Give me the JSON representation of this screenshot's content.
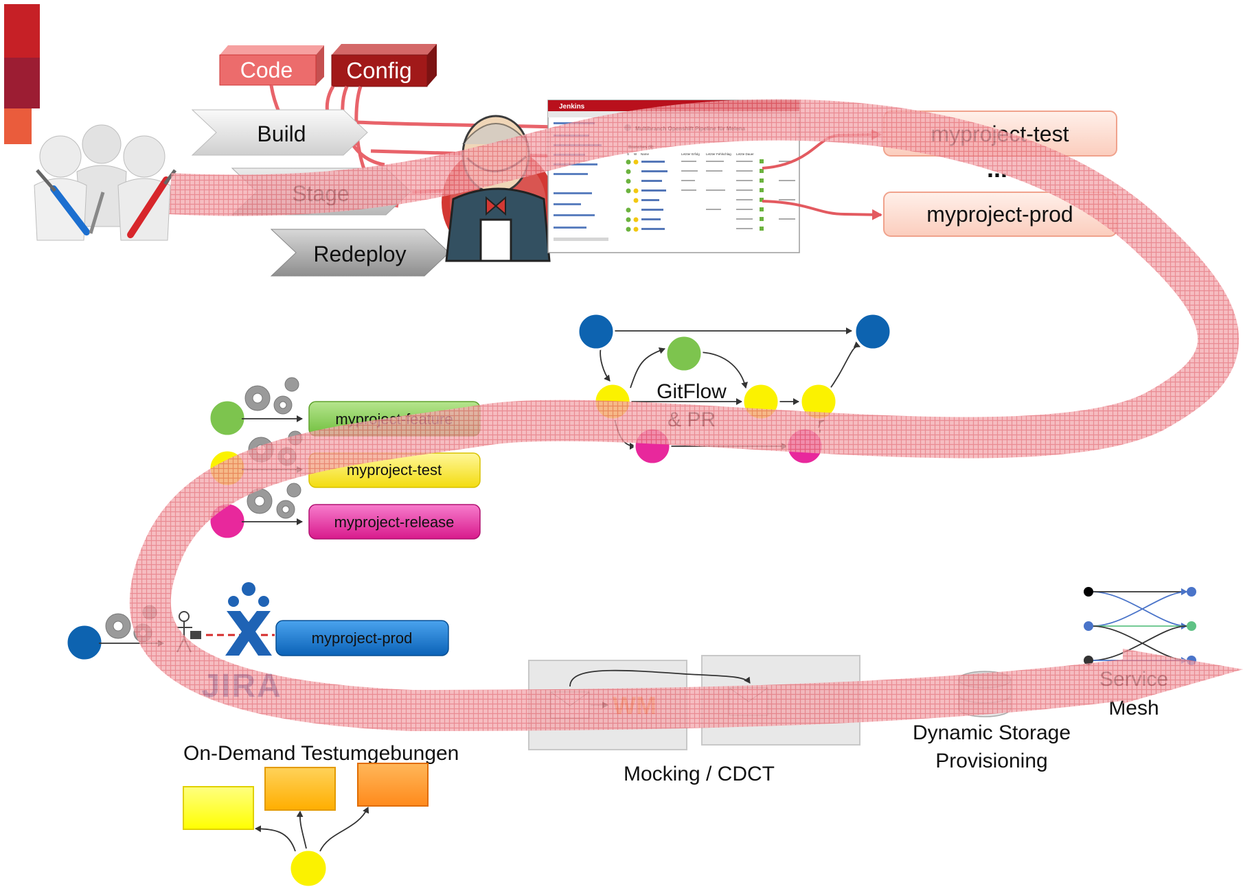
{
  "sources": {
    "code": "Code",
    "config": "Config"
  },
  "stages": {
    "build": "Build",
    "stage": "Stage",
    "redeploy": "Redeploy"
  },
  "jenkins": {
    "brand": "Jenkins",
    "page_title": "Multibranch Openshift Pipeline für Melena",
    "section": "Branches (9)",
    "columns": [
      "S",
      "W",
      "Name",
      "Letzter Erfolg",
      "Letzter Fehlschlag",
      "Letzte Dauer"
    ]
  },
  "targets": {
    "test": "myproject-test",
    "ellipsis": "...",
    "prod": "myproject-prod"
  },
  "gitflow": {
    "line1": "GitFlow",
    "line2": "& PR"
  },
  "branches": [
    {
      "label": "myproject-feature",
      "color": "#7dc44e"
    },
    {
      "label": "myproject-test",
      "color": "#f5e61c"
    },
    {
      "label": "myproject-release",
      "color": "#e0299b"
    }
  ],
  "jira": {
    "logo": "JIRA",
    "branch": "myproject-prod"
  },
  "captions": {
    "testenv": "On-Demand Testumgebungen",
    "mocking": "Mocking / CDCT",
    "storage_1": "Dynamic Storage",
    "storage_2": "Provisioning",
    "mesh_1": "Service",
    "mesh_2": "Mesh",
    "wm_logo": "WM"
  },
  "colors": {
    "brand_red": "#c62026",
    "flow": "#e8656b",
    "node_blue": "#0d63b0",
    "node_green": "#7dc44e",
    "node_yellow": "#fbf200",
    "node_pink": "#e8289c",
    "env_yellow": "#ffff00",
    "env_orange": "#ffb000"
  }
}
